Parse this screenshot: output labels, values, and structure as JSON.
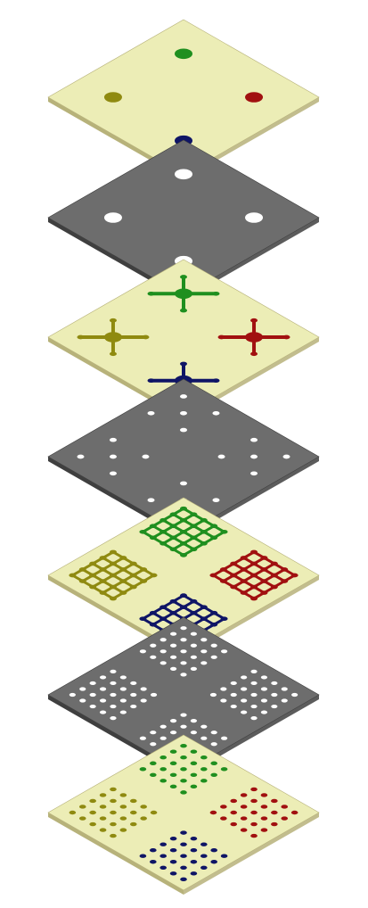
{
  "figure": {
    "kind": "exploded-isometric-layer-stack",
    "board_color": "#ecedb6",
    "board_edge_color": "#b7b27a",
    "mask_color": "#6d6d6d",
    "mask_edge_color": "#3f3f3f",
    "hole_color": "#ffffff",
    "net_colors": {
      "top": "#1f8f1f",
      "right": "#a11010",
      "bottom": "#0f1566",
      "left": "#8f8a10"
    },
    "layers": [
      {
        "id": "layer-1",
        "material": "board",
        "pattern": "single-pads"
      },
      {
        "id": "layer-2",
        "material": "mask",
        "pattern": "single-holes"
      },
      {
        "id": "layer-3",
        "material": "board",
        "pattern": "cross-traces"
      },
      {
        "id": "layer-4",
        "material": "mask",
        "pattern": "cross-holes"
      },
      {
        "id": "layer-5",
        "material": "board",
        "pattern": "mesh-traces"
      },
      {
        "id": "layer-6",
        "material": "mask",
        "pattern": "grid-holes"
      },
      {
        "id": "layer-7",
        "material": "board",
        "pattern": "dot-grids"
      }
    ]
  }
}
